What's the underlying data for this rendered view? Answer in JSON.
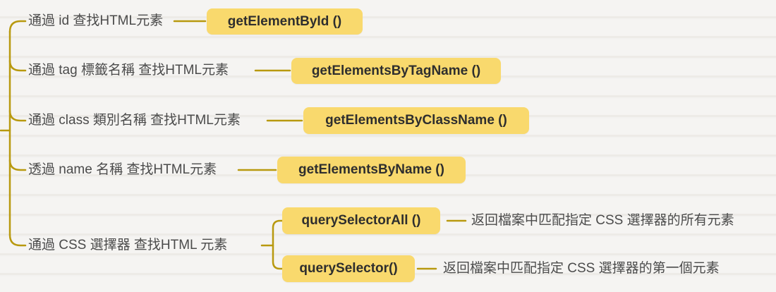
{
  "colors": {
    "background": "#f5f4f2",
    "paper_line": "#edebe7",
    "connector": "#b8990f",
    "node_fill": "#f9d96d",
    "node_text": "#2e2e2e",
    "label_text": "#4b4b4b"
  },
  "branches": [
    {
      "label": "通過 id 查找HTML元素",
      "method": "getElementById ()"
    },
    {
      "label": "通過 tag 標籤名稱 查找HTML元素",
      "method": "getElementsByTagName ()"
    },
    {
      "label": "通過 class 類別名稱 查找HTML元素",
      "method": "getElementsByClassName ()"
    },
    {
      "label": "透過 name 名稱 查找HTML元素",
      "method": "getElementsByName ()"
    },
    {
      "label": "通過 CSS 選擇器 查找HTML 元素",
      "children": [
        {
          "method": "querySelectorAll ()",
          "description": "返回檔案中匹配指定 CSS 選擇器的所有元素"
        },
        {
          "method": "querySelector()",
          "description": "返回檔案中匹配指定 CSS 選擇器的第一個元素"
        }
      ]
    }
  ]
}
